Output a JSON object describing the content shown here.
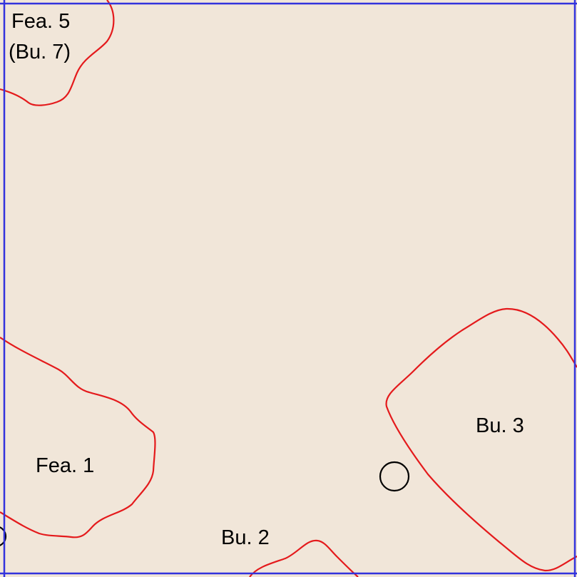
{
  "map": {
    "background_color": "#f1e6d9",
    "grid_line_color": "#3333dd",
    "outline_color": "#e41a1c",
    "marker_color": "#000000",
    "labels": {
      "fea5": "Fea. 5",
      "bu7": "(Bu. 7)",
      "fea1": "Fea. 1",
      "bu3": "Bu. 3",
      "bu2": "Bu. 2"
    }
  }
}
